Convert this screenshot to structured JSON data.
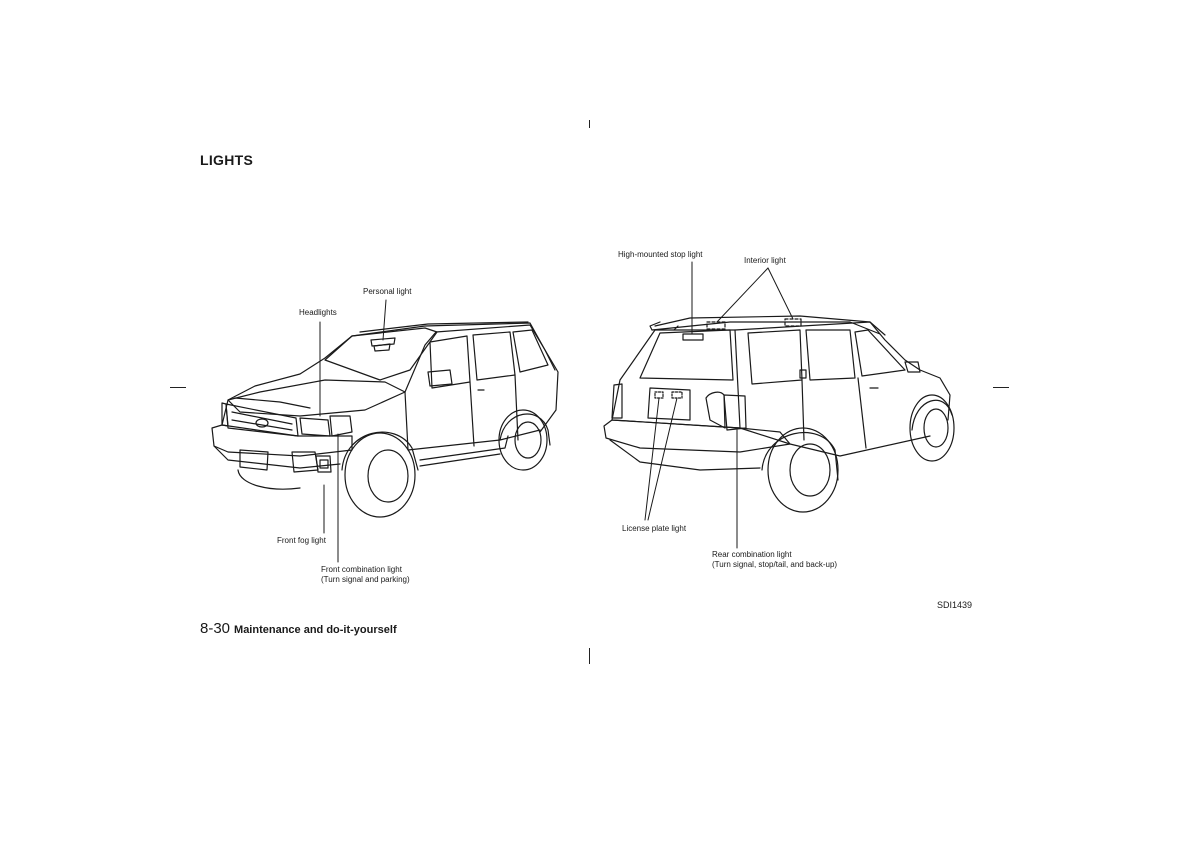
{
  "page": {
    "heading": "LIGHTS",
    "page_number": "8-30",
    "section_title": "Maintenance and do-it-yourself",
    "figure_code": "SDI1439"
  },
  "front_view": {
    "labels": {
      "personal_light": "Personal light",
      "headlights": "Headlights",
      "front_fog_light": "Front fog light",
      "front_combination_light": "Front combination light",
      "front_combination_light_note": "(Turn signal and parking)"
    }
  },
  "rear_view": {
    "labels": {
      "high_mounted_stop_light": "High-mounted stop light",
      "interior_light": "Interior light",
      "license_plate_light": "License plate light",
      "rear_combination_light": "Rear combination light",
      "rear_combination_light_note": "(Turn signal, stop/tail, and back-up)"
    }
  }
}
